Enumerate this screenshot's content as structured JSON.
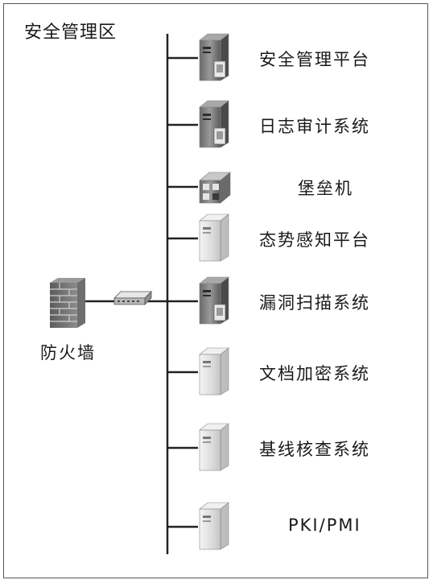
{
  "zone_title": "安全管理区",
  "firewall_label": "防火墙",
  "devices": [
    {
      "label": "安全管理平台",
      "icon": "dark-server-icon"
    },
    {
      "label": "日志审计系统",
      "icon": "dark-server-icon"
    },
    {
      "label": "堡垒机",
      "icon": "bastion-host-icon"
    },
    {
      "label": "态势感知平台",
      "icon": "light-server-icon"
    },
    {
      "label": "漏洞扫描系统",
      "icon": "dark-server-icon"
    },
    {
      "label": "文档加密系统",
      "icon": "light-server-icon"
    },
    {
      "label": "基线核查系统",
      "icon": "light-server-icon"
    },
    {
      "label": "PKI/PMI",
      "icon": "light-server-icon"
    }
  ]
}
